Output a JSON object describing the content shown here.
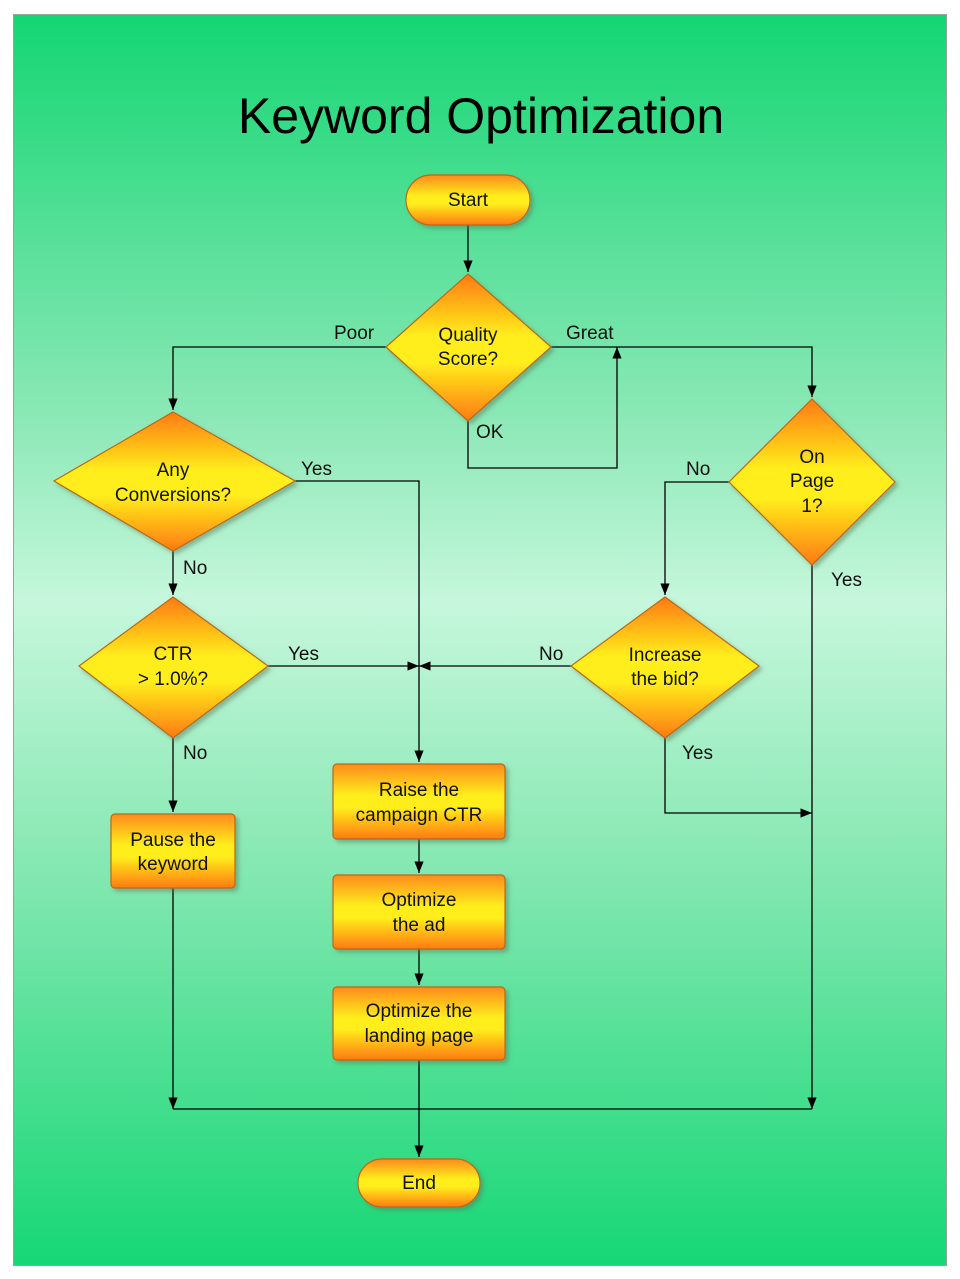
{
  "title": "Keyword Optimization",
  "nodes": {
    "start": "Start",
    "quality_line1": "Quality",
    "quality_line2": "Score?",
    "conversions_line1": "Any",
    "conversions_line2": "Conversions?",
    "onpage_line1": "On",
    "onpage_line2": "Page",
    "onpage_line3": "1?",
    "ctr_line1": "CTR",
    "ctr_line2": "> 1.0%?",
    "bid_line1": "Increase",
    "bid_line2": "the bid?",
    "pause_line1": "Pause the",
    "pause_line2": "keyword",
    "raise_line1": "Raise the",
    "raise_line2": "campaign CTR",
    "optad_line1": "Optimize",
    "optad_line2": "the ad",
    "optland_line1": "Optimize the",
    "optland_line2": "landing page",
    "end": "End"
  },
  "edge_labels": {
    "poor": "Poor",
    "great": "Great",
    "ok": "OK",
    "conv_yes": "Yes",
    "conv_no": "No",
    "ctr_yes": "Yes",
    "ctr_no": "No",
    "onpage_no": "No",
    "onpage_yes": "Yes",
    "bid_no": "No",
    "bid_yes": "Yes"
  }
}
